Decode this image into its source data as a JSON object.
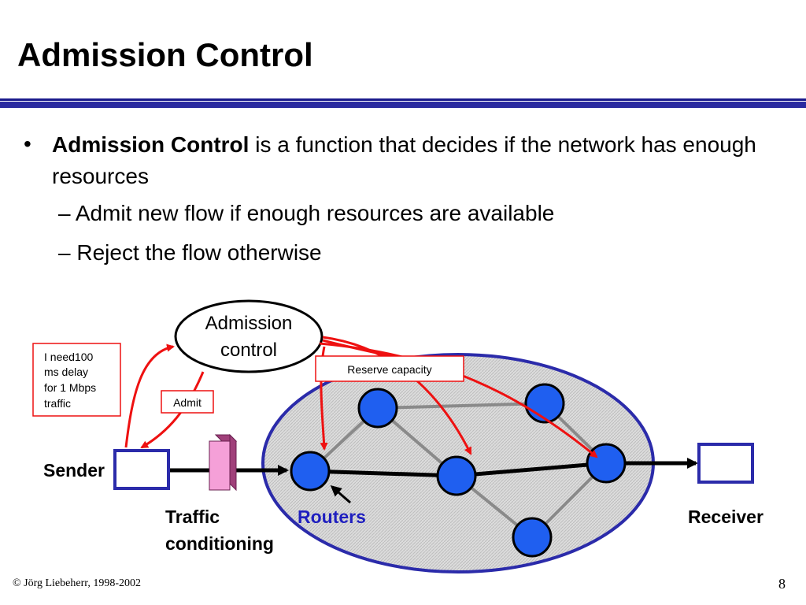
{
  "slide": {
    "title": "Admission Control",
    "bullet_bold": "Admission Control",
    "bullet_text": " is a function that decides if the network has enough resources",
    "sub_bullets": [
      "Admit new flow if enough resources are available",
      "Reject the flow otherwise"
    ],
    "footer": "© Jörg Liebeherr, 1998-2002",
    "page_number": "8"
  },
  "diagram": {
    "admission_line1": "Admission",
    "admission_line2": "control",
    "request_lines": [
      "I need100",
      "ms delay",
      "for 1 Mbps",
      "traffic"
    ],
    "admit_label": "Admit",
    "reserve_label": "Reserve capacity",
    "sender_label": "Sender",
    "receiver_label": "Receiver",
    "traffic_line1": "Traffic",
    "traffic_line2": "conditioning",
    "routers_label": "Routers",
    "colors": {
      "network_border": "#2b2baa",
      "router_fill": "#1f5ff0",
      "arrow_red": "#ee1111",
      "routers_text": "#1f1fbf",
      "conditioner_fill": "#f5a0d8"
    }
  }
}
